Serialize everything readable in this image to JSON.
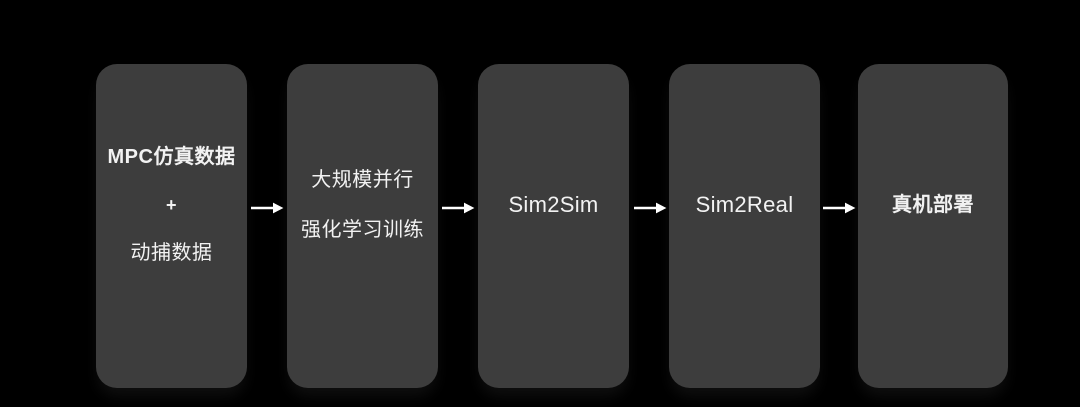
{
  "colors": {
    "background": "#000000",
    "box_fill": "#3d3d3d",
    "text": "#f2f2f2",
    "arrow": "#ffffff"
  },
  "flow": {
    "direction": "left-to-right",
    "arrow_icon": "right-arrow",
    "stages": [
      {
        "name": "training-data",
        "lines": [
          "MPC仿真数据",
          "+",
          "动捕数据"
        ]
      },
      {
        "name": "rl-training",
        "lines": [
          "大规模并行",
          "强化学习训练"
        ]
      },
      {
        "name": "sim2sim",
        "lines": [
          "Sim2Sim"
        ]
      },
      {
        "name": "sim2real",
        "lines": [
          "Sim2Real"
        ]
      },
      {
        "name": "deployment",
        "lines": [
          "真机部署"
        ]
      }
    ]
  }
}
